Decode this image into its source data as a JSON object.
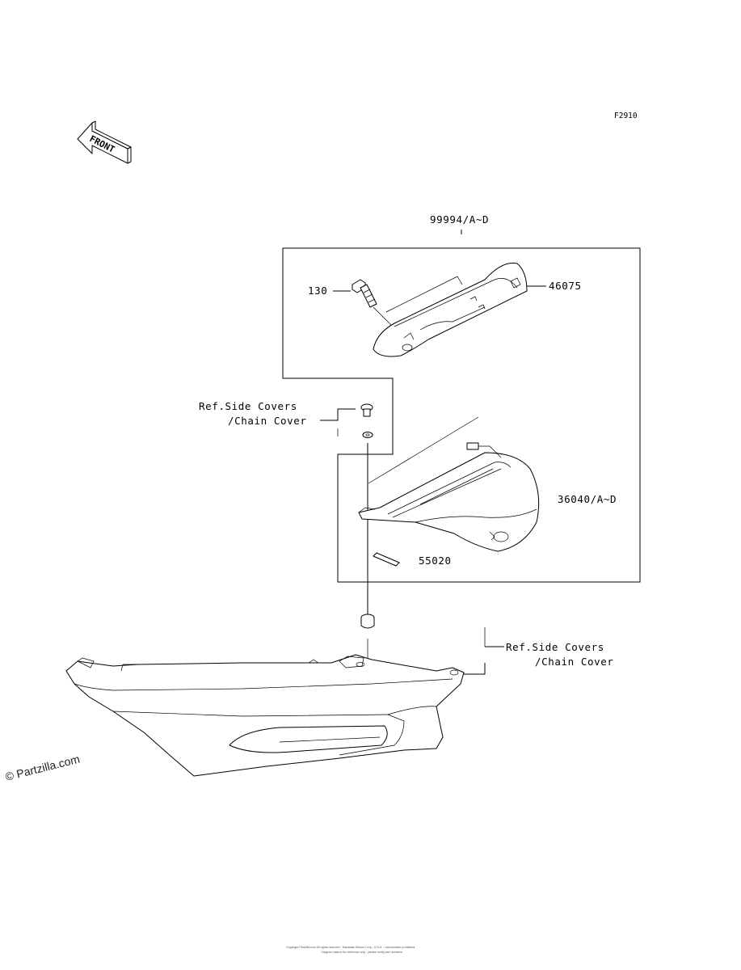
{
  "diagram": {
    "figure_code": "F2910",
    "front_label": "FRONT",
    "labels": {
      "assembly": "99994/A~D",
      "bolt": "130",
      "bracket": "46075",
      "ref_upper_line1": "Ref.Side Covers",
      "ref_upper_line2": "/Chain Cover",
      "cover": "36040/A~D",
      "label_part": "55020",
      "ref_lower_line1": "Ref.Side Covers",
      "ref_lower_line2": "/Chain Cover"
    },
    "watermark": "© Partzilla.com",
    "footer_line1": "Copyright Partzilla.com All rights reserved · Kawasaki Motors Corp., U.S.A. · reproduction prohibited",
    "footer_line2": "Diagram data is for reference only · please verify part numbers"
  }
}
